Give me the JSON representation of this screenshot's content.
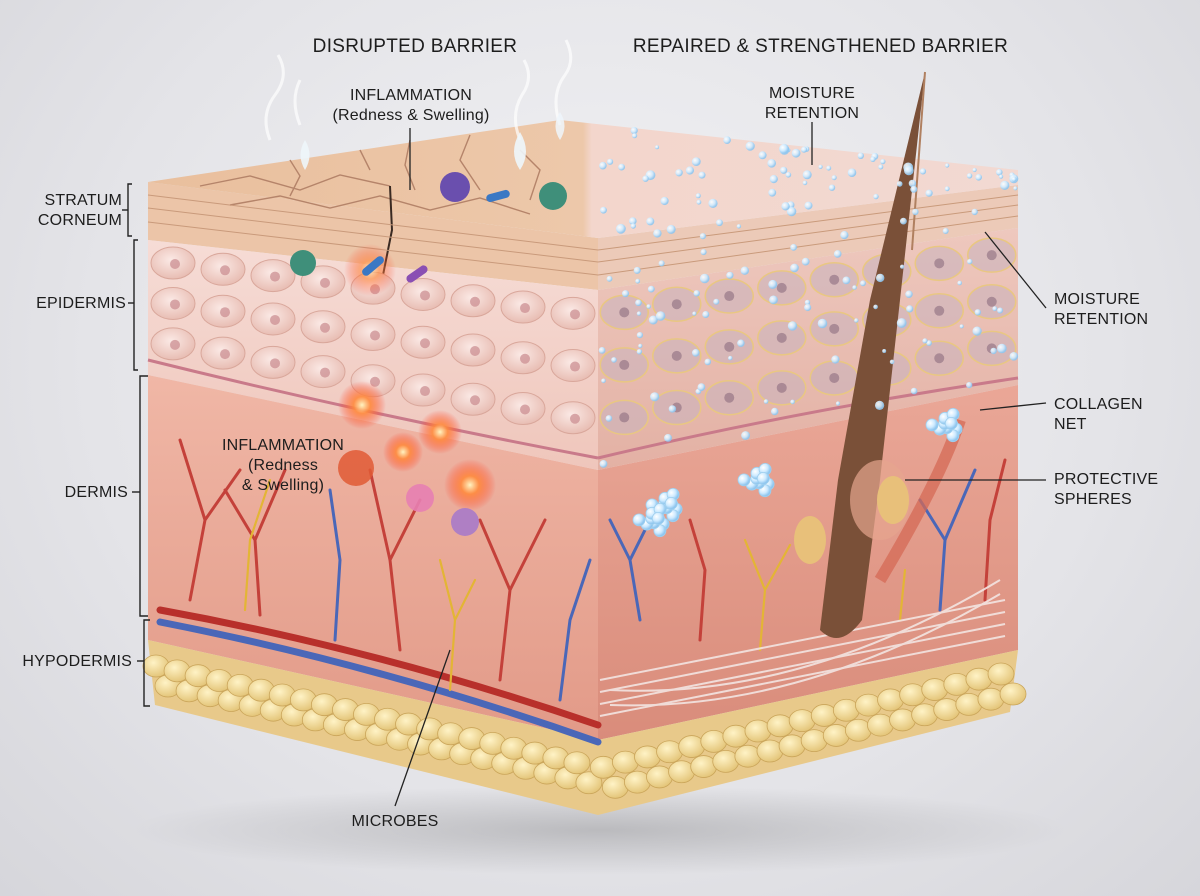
{
  "headings": {
    "left": "DISRUPTED BARRIER",
    "right": "REPAIRED & STRENGTHENED BARRIER"
  },
  "layers": {
    "stratum_corneum": [
      "STRATUM",
      "CORNEUM"
    ],
    "epidermis": "EPIDERMIS",
    "dermis": "DERMIS",
    "hypodermis": "HYPODERMIS"
  },
  "callouts": {
    "inflammation_top": [
      "INFLAMMATION",
      "(Redness & Swelling)"
    ],
    "inflammation_mid": [
      "INFLAMMATION",
      "(Redness",
      "& Swelling)"
    ],
    "microbes": "MICROBES",
    "moisture_top": [
      "MOISTURE",
      "RETENTION"
    ],
    "moisture_right": [
      "MOISTURE",
      "RETENTION"
    ],
    "collagen": [
      "COLLAGEN",
      "NET"
    ],
    "spheres": [
      "PROTECTIVE",
      "SPHERES"
    ]
  },
  "colors": {
    "skin": "#e9a99a",
    "dermis": "#eaa597",
    "epidermis_cells": "#f3cfc6",
    "stratum": "#ecc3a8",
    "fat": "#f0d790",
    "artery": "#c8322e",
    "vein": "#3f63b8",
    "nerve": "#e9b92f",
    "inflammation": "#ff5a2a",
    "moisture": "#bfe3ff"
  }
}
